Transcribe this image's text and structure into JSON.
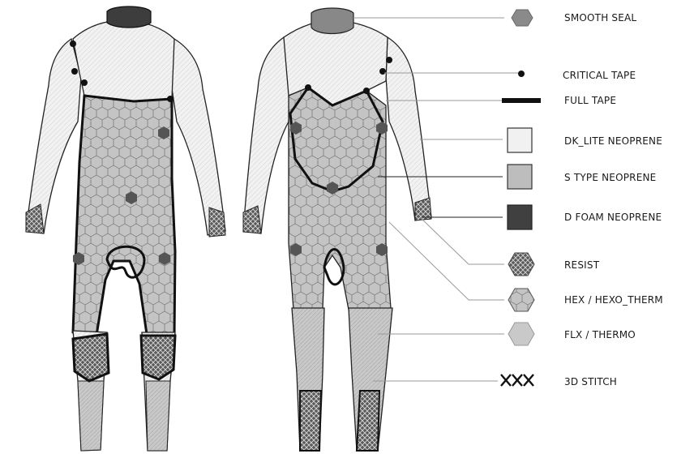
{
  "legend": {
    "smooth_seal": "SMOOTH SEAL",
    "critical_tape": "CRITICAL TAPE",
    "full_tape": "FULL TAPE",
    "dk_lite": "DK_LITE NEOPRENE",
    "s_type": "S TYPE NEOPRENE",
    "d_foam": "D FOAM NEOPRENE",
    "resist": "RESIST",
    "hex": "HEX / HEXO_THERM",
    "flx": "FLX / THERMO",
    "stitch_3d": "3D STITCH"
  },
  "colors": {
    "dk_lite": "#f1f1f1",
    "s_type": "#bdbdbd",
    "d_foam": "#404040",
    "tape": "#111111",
    "seal": "#888888",
    "leader": "#9a9a9a"
  }
}
